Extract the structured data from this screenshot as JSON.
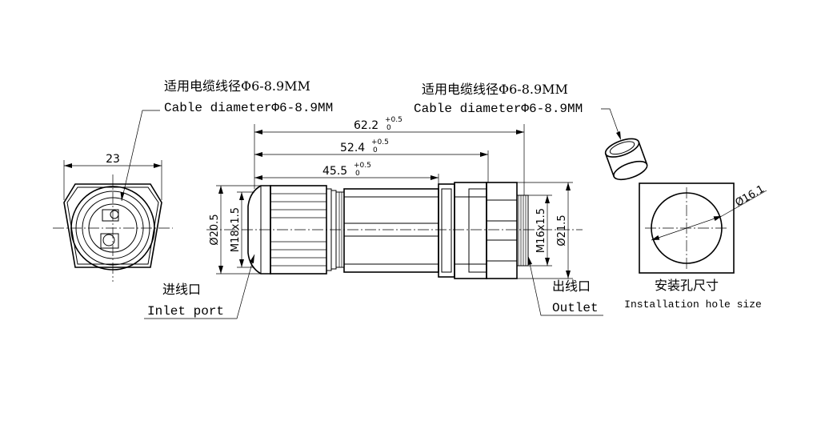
{
  "labels": {
    "cable_left_cn": "适用电缆线径Φ6-8.9MM",
    "cable_left_en": "Cable diameterΦ6-8.9MM",
    "cable_right_cn": "适用电缆线径Φ6-8.9MM",
    "cable_right_en": "Cable diameterΦ6-8.9MM",
    "inlet_cn": "进线口",
    "inlet_en": "Inlet port",
    "outlet_cn": "出线口",
    "outlet_en": "Outlet",
    "hole_cn": "安装孔尺寸",
    "hole_en": "Installation hole size"
  },
  "dimensions": {
    "width_23": "23",
    "len_622": "62.2",
    "len_622_tol_up": "+0.5",
    "len_622_tol_low": "0",
    "len_524": "52.4",
    "len_524_tol_up": "+0.5",
    "len_524_tol_low": "0",
    "len_455": "45.5",
    "len_455_tol_up": "+0.5",
    "len_455_tol_low": "0",
    "dia_205": "Ø20.5",
    "thread_m18": "M18x1.5",
    "thread_m16": "M16x1.5",
    "dia_215": "Ø21.5",
    "hole_dia": "Ø16.1"
  }
}
